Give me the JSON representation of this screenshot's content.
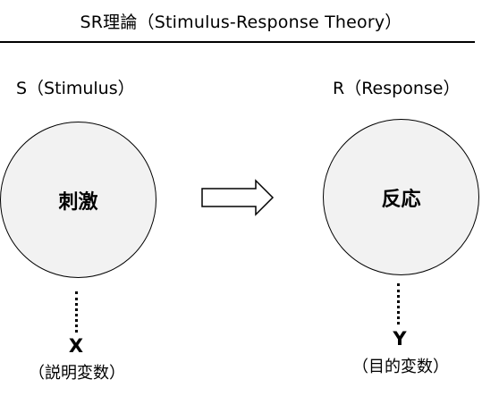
{
  "header": {
    "title": "SR理論（Stimulus-Response Theory）"
  },
  "stimulus": {
    "label": "S（Stimulus）",
    "circle_text": "刺激",
    "variable": "X",
    "variable_desc": "（説明変数）"
  },
  "response": {
    "label": "R（Response）",
    "circle_text": "反応",
    "variable": "Y",
    "variable_desc": "（目的変数）"
  },
  "colors": {
    "circle_fill": "#f2f2f2",
    "stroke": "#000000",
    "background": "#ffffff"
  },
  "icons": {
    "arrow": "right-arrow-icon"
  }
}
